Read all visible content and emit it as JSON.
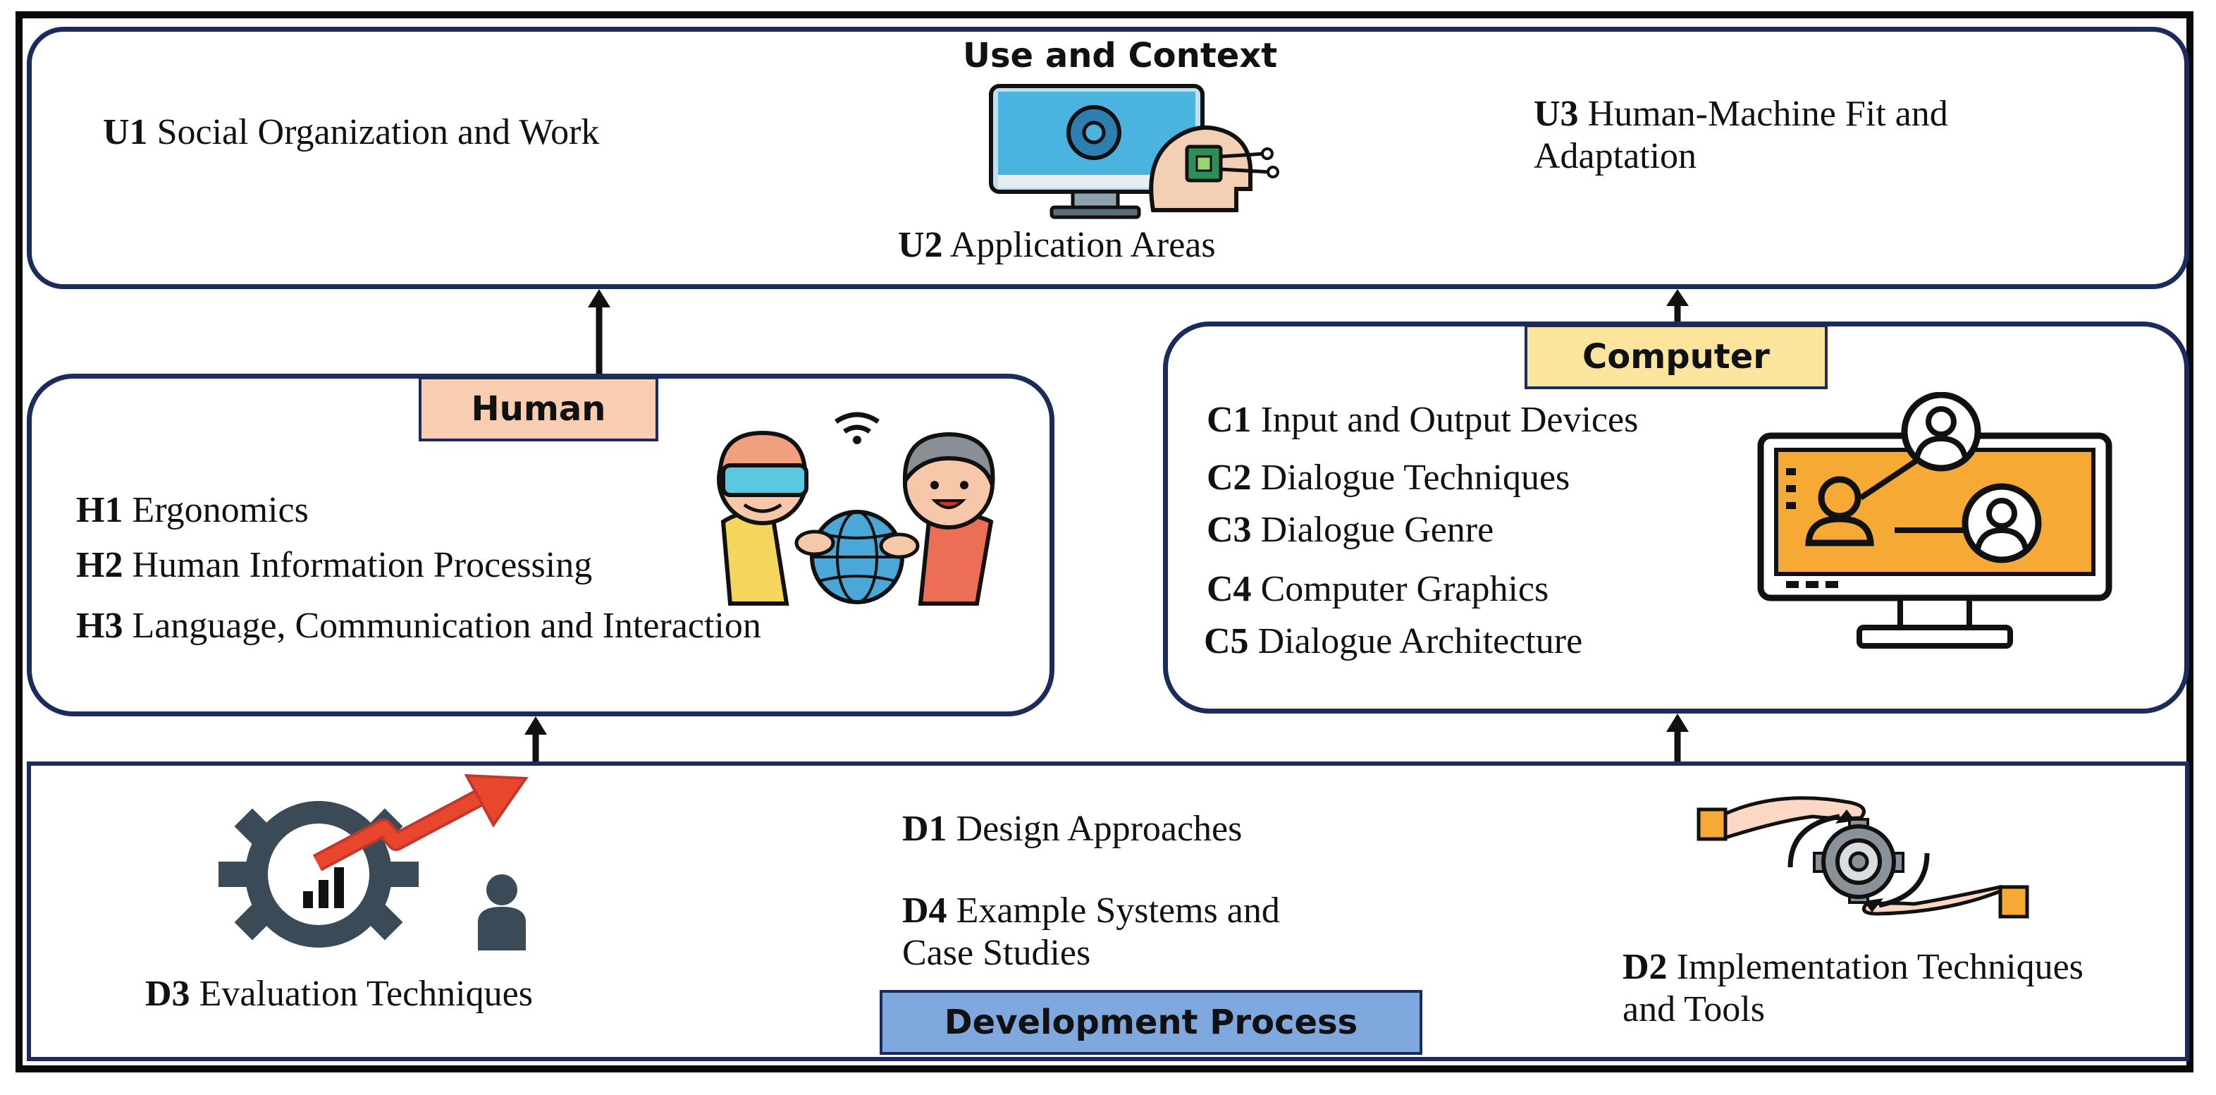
{
  "use": {
    "title": "Use and Context",
    "u1_code": "U1",
    "u1_text": "Social Organization and Work",
    "u2_code": "U2",
    "u2_text": "Application Areas",
    "u3_code": "U3",
    "u3_text": "Human-Machine Fit and Adaptation"
  },
  "human": {
    "tag": "Human",
    "items": [
      {
        "code": "H1",
        "text": "Ergonomics"
      },
      {
        "code": "H2",
        "text": "Human Information Processing"
      },
      {
        "code": "H3",
        "text": "Language, Communication and Interaction"
      }
    ]
  },
  "computer": {
    "tag": "Computer",
    "items": [
      {
        "code": "C1",
        "text": "Input and Output Devices"
      },
      {
        "code": "C2",
        "text": "Dialogue Techniques"
      },
      {
        "code": "C3",
        "text": "Dialogue Genre"
      },
      {
        "code": "C4",
        "text": "Computer Graphics"
      },
      {
        "code": "C5",
        "text": "Dialogue Architecture"
      }
    ]
  },
  "development": {
    "tag": "Development Process",
    "d1_code": "D1",
    "d1_text": "Design Approaches",
    "d2_code": "D2",
    "d2_text": "Implementation Techniques and Tools",
    "d3_code": "D3",
    "d3_text": "Evaluation Techniques",
    "d4_code": "D4",
    "d4_text": "Example Systems and Case Studies"
  },
  "colors": {
    "border": "#1a2b5c",
    "human_tag": "#f9cdb2",
    "computer_tag": "#fbe49b",
    "development_tag": "#7fa8de",
    "accent_orange": "#f7a935",
    "accent_red": "#e8472e",
    "dark_gray": "#3b4a57"
  },
  "icons": {
    "use": "computer-ai-head-icon",
    "human": "vr-users-globe-icon",
    "computer": "monitor-network-users-icon",
    "evaluation": "gear-growth-chart-icon",
    "implementation": "hands-gear-cycle-icon"
  }
}
